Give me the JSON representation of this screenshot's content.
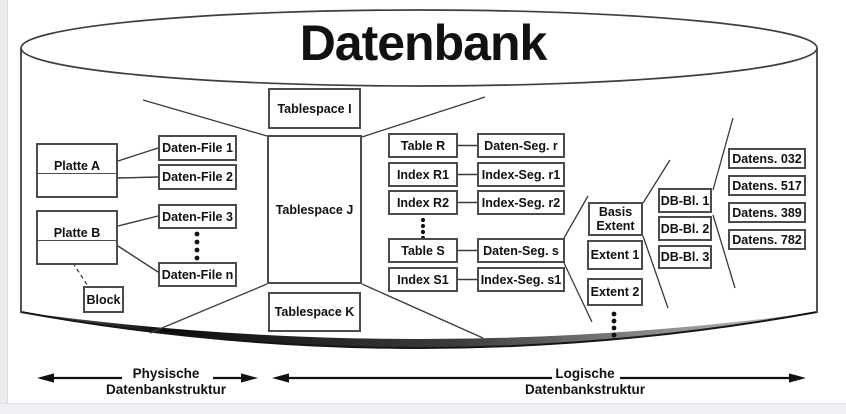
{
  "title": "Datenbank",
  "physical": {
    "disk_a": "Platte A",
    "disk_b": "Platte B",
    "block": "Block",
    "data_files": [
      "Daten-File 1",
      "Daten-File 2",
      "Daten-File 3",
      "Daten-File n"
    ]
  },
  "tablespaces": {
    "i": "Tablespace I",
    "j": "Tablespace J",
    "k": "Tablespace K"
  },
  "schema_objects": [
    {
      "object": "Table R",
      "segment": "Daten-Seg. r"
    },
    {
      "object": "Index R1",
      "segment": "Index-Seg. r1"
    },
    {
      "object": "Index R2",
      "segment": "Index-Seg. r2"
    },
    {
      "object": "Table S",
      "segment": "Daten-Seg. s"
    },
    {
      "object": "Index S1",
      "segment": "Index-Seg. s1"
    }
  ],
  "extents": [
    "Basis Extent",
    "Extent 1",
    "Extent 2"
  ],
  "db_blocks": [
    "DB-Bl. 1",
    "DB-Bl. 2",
    "DB-Bl. 3"
  ],
  "records": [
    "Datens. 032",
    "Datens. 517",
    "Datens. 389",
    "Datens. 782"
  ],
  "legend": {
    "physical_line1": "Physische",
    "physical_line2": "Datenbankstruktur",
    "logical_line1": "Logische",
    "logical_line2": "Datenbankstruktur"
  },
  "colors": {
    "stroke": "#3a3a3a",
    "box_border": "#4c4c4c",
    "text": "#111111"
  }
}
